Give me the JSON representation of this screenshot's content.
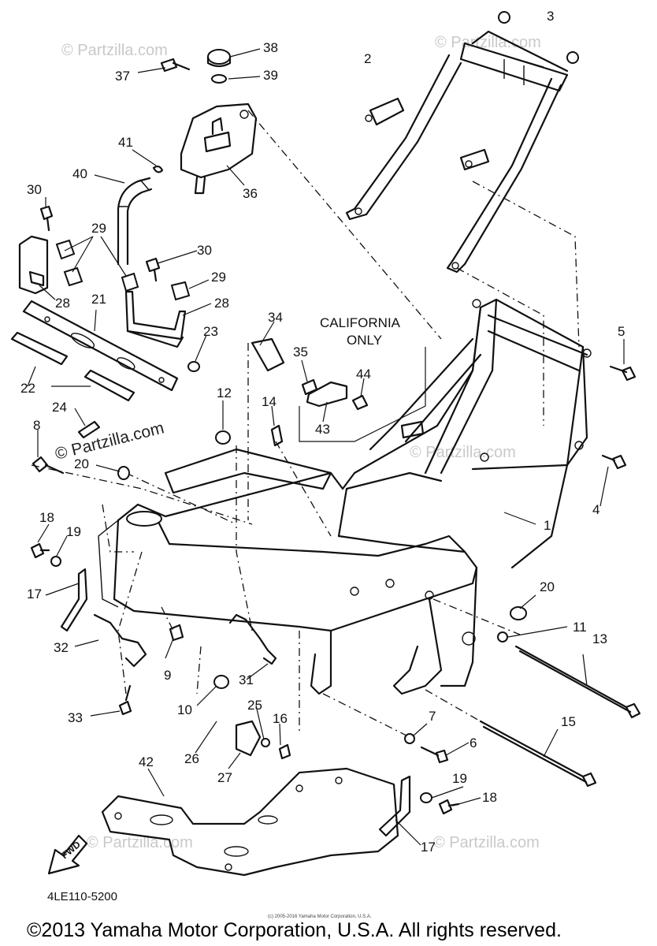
{
  "diagram": {
    "part_code": "4LE110-5200",
    "california_note": [
      "CALIFORNIA",
      "ONLY"
    ],
    "fwd_label": "FWD",
    "watermark": "© Partzilla.com",
    "callouts": [
      "1",
      "2",
      "3",
      "4",
      "5",
      "6",
      "7",
      "8",
      "9",
      "10",
      "11",
      "12",
      "13",
      "14",
      "15",
      "16",
      "17",
      "17",
      "18",
      "18",
      "19",
      "19",
      "20",
      "20",
      "21",
      "22",
      "23",
      "24",
      "25",
      "26",
      "27",
      "28",
      "28",
      "29",
      "29",
      "30",
      "30",
      "31",
      "32",
      "33",
      "34",
      "35",
      "36",
      "37",
      "38",
      "39",
      "40",
      "41",
      "42",
      "43",
      "44"
    ]
  },
  "footer": {
    "copyright": "©2013 Yamaha Motor Corporation, U.S.A. All rights reserved.",
    "micro": "(c) 2005-2016 Yamaha Motor Corporation, U.S.A."
  }
}
